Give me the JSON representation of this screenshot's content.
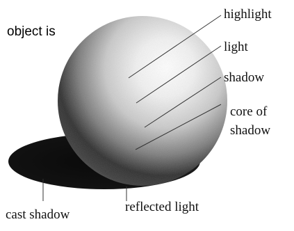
{
  "caption": "object is",
  "labels": {
    "highlight": "highlight",
    "light": "light",
    "shadow": "shadow",
    "core_line1": "core of",
    "core_line2": "shadow",
    "cast_shadow": "cast shadow",
    "reflected_light": "reflected light"
  }
}
